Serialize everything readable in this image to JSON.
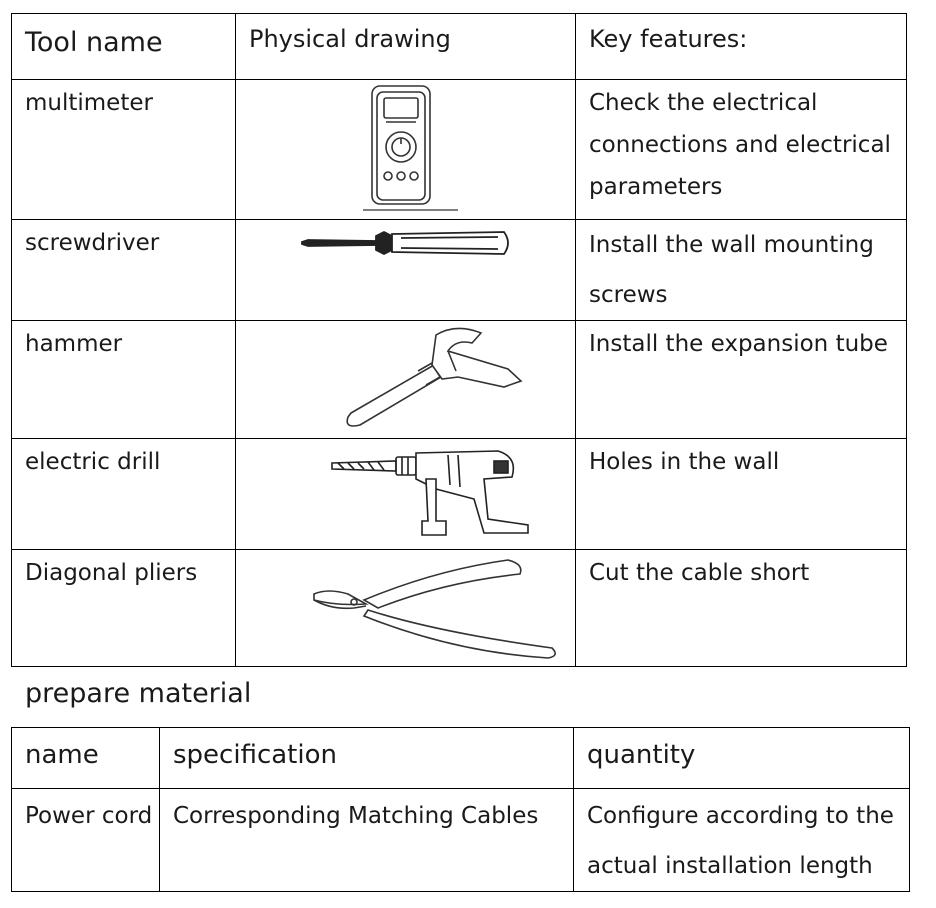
{
  "tools_table": {
    "headers": [
      "Tool name",
      "Physical drawing",
      "Key features:"
    ],
    "rows": [
      {
        "name": "multimeter",
        "drawing": "multimeter-icon",
        "feature": "Check the electrical connections and electrical parameters"
      },
      {
        "name": "screwdriver",
        "drawing": "screwdriver-icon",
        "feature": "Install the wall mounting screws"
      },
      {
        "name": "hammer",
        "drawing": "hammer-icon",
        "feature": "Install the expansion tube"
      },
      {
        "name": "electric drill",
        "drawing": "electric-drill-icon",
        "feature": "Holes in the wall"
      },
      {
        "name": "Diagonal pliers",
        "drawing": "diagonal-pliers-icon",
        "feature": "Cut the cable short"
      }
    ]
  },
  "section_title": "prepare material",
  "materials_table": {
    "headers": [
      "name",
      "specification",
      "quantity"
    ],
    "rows": [
      {
        "name": "Power cord",
        "specification": "Corresponding Matching Cables",
        "quantity": "Configure according to the actual installation length"
      }
    ]
  }
}
